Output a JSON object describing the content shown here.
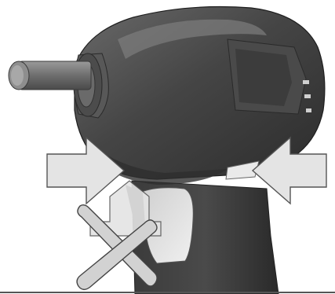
{
  "illustration": {
    "subject": "impact-wrench-grip-warning",
    "icons": [
      "impact-wrench",
      "push-arrow-left",
      "push-arrow-right",
      "prohibited-grip-cross"
    ]
  },
  "colors": {
    "background": "#ffffff",
    "tool_body": "#3a3a3a",
    "tool_body_light": "#5c5c5c",
    "tool_highlight": "#8a8a8a",
    "arrow_fill": "#e4e4e4",
    "arrow_stroke": "#555555",
    "cross_fill": "#d2d2d2"
  }
}
